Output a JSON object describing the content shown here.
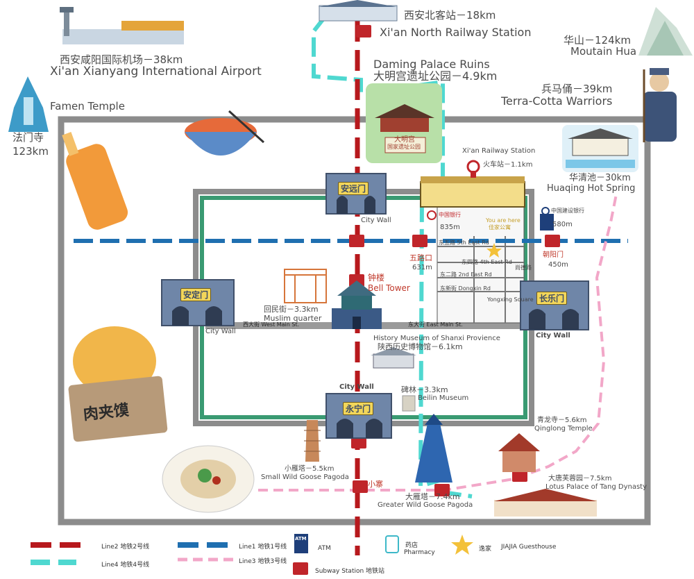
{
  "top": {
    "north_station_cn": "西安北客站－18km",
    "north_station_en": "Xi'an North Railway Station",
    "airport_cn": "西安咸阳国际机场－38km",
    "airport_en": "Xi'an Xianyang International Airport",
    "daming_en": "Daming Palace Ruins",
    "daming_cn": "大明宫遗址公园－4.9km",
    "huashan_cn": "华山－124km",
    "huashan_en": "Moutain Hua",
    "terracotta_cn": "兵马俑－39km",
    "terracotta_en": "Terra-Cotta Warriors",
    "famen_en": "Famen Temple",
    "famen_cn": "法门寺",
    "famen_km": "123km",
    "daming_sign_1": "大明宫",
    "daming_sign_2": "国家遗址公园"
  },
  "right": {
    "railway_en": "Xi'an Railway Station",
    "railway_cn": "火车站－1.1km",
    "huaqing_cn": "华清池－30km",
    "huaqing_en": "Huaqing Hot Spring",
    "ccb_distance": "580m",
    "chaoyang_cn": "朝阳门",
    "chaoyang_km": "450m",
    "ccb_label": "中国建设银行"
  },
  "center": {
    "city_wall_n": "City Wall",
    "city_wall_w": "City Wall",
    "city_wall_e": "City Wall",
    "city_wall_s": "City Wall",
    "anyuan_gate": "安远门",
    "anding_gate": "安定门",
    "changle_gate": "长乐门",
    "yongning_gate": "永宁门",
    "bell_tower_cn": "钟楼",
    "bell_tower_en": "Bell Tower",
    "muslim_cn": "回民街－3.3km",
    "muslim_en": "Muslim quarter",
    "west_main": "西大街 West Main St.",
    "east_main": "东大街 East Main St.",
    "wulukou_cn": "五路口",
    "wulukou_km": "631m",
    "boc_distance": "835m",
    "boc_label": "中国银行",
    "history_en": "History Museum of Shanxi Provience",
    "history_cn": "陕西历史博物馆－6.1km",
    "beilin_cn": "碑林－3.3km",
    "beilin_en": "Beilin Museum",
    "east_5th": "东五路 5th East Rd",
    "east_4th": "东四路 4th East Rd",
    "east_2nd": "东二路 2nd East Rd",
    "dongxin": "东新街 Dongxin Rd",
    "yongxing": "Yongxing Square",
    "you_are_here": "You are here",
    "you_are_here_cn": "佳家公寓",
    "shangde": "尚德路"
  },
  "bottom": {
    "xiaoyan_cn": "小雁塔－5.5km",
    "xiaoyan_en": "Small Wild Goose Pagoda",
    "xiaozhai": "小寨",
    "dayan_cn": "大雁塔－7.4km",
    "dayan_en": "Greater Wild Goose Pagoda",
    "qinglong_cn": "青龙寺－5.6km",
    "qinglong_en": "Qinglong Temple",
    "tang_cn": "大唐芙蓉园－7.5km",
    "tang_en": "Lotus Palace of Tang Dynasty",
    "roujiamo": "肉夹馍"
  },
  "legend": {
    "line2": "Line2 地铁2号线",
    "line1": "Line1 地铁1号线",
    "line4": "Line4 地铁4号线",
    "line3": "Line3 地铁3号线",
    "atm": "ATM",
    "atm_icon": "ATM",
    "pharmacy_cn": "药店",
    "pharmacy_en": "Pharmacy",
    "guesthouse": "JIAJIA Guesthouse",
    "guesthouse_cn": "逸家",
    "subway_station": "Subway Station 地铁站"
  },
  "colors": {
    "line2": "#b7191d",
    "line1": "#1f6fb0",
    "line4": "#4fd8d0",
    "line3": "#f2a7c8",
    "wall_green": "#3a9a72",
    "outer_gray": "#8c8c8c",
    "star": "#f3c13a"
  }
}
